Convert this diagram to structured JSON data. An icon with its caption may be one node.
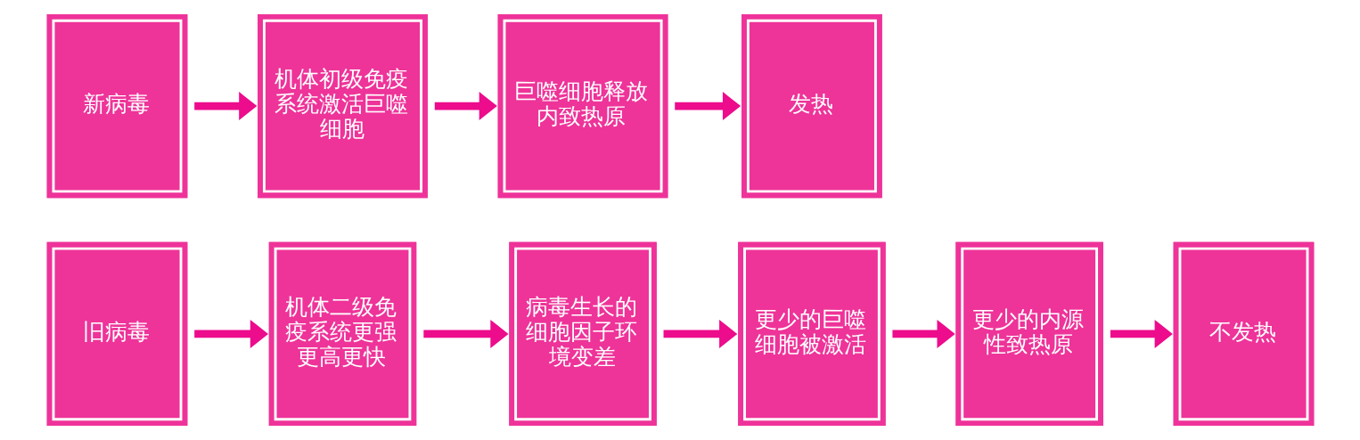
{
  "diagram": {
    "nodes": [
      {
        "text": [
          "新病毒"
        ]
      },
      {
        "text": [
          "机体初级免疫系统激活巨噬细胞"
        ]
      },
      {
        "text": [
          "巨噬细胞释放内致热原"
        ]
      },
      {
        "text": [
          "发热"
        ]
      },
      {
        "text": [
          "旧病毒"
        ]
      },
      {
        "text": [
          "机体二级免疫系统更强更高更快"
        ]
      },
      {
        "text": [
          "病毒生长的细胞因子环境变差"
        ]
      },
      {
        "text": [
          "更少的巨噬细胞被激活"
        ]
      },
      {
        "text": [
          "更少的内源性致热原"
        ]
      },
      {
        "text": [
          "不发热"
        ]
      }
    ],
    "edges": [
      {
        "from": 0,
        "to": 1,
        "arrow": "to"
      },
      {
        "from": 1,
        "to": 2,
        "arrow": "to"
      },
      {
        "from": 2,
        "to": 3,
        "arrow": "to"
      },
      {
        "from": 4,
        "to": 5,
        "arrow": "to"
      },
      {
        "from": 5,
        "to": 6,
        "arrow": "to"
      },
      {
        "from": 6,
        "to": 7,
        "arrow": "to"
      },
      {
        "from": 7,
        "to": 8,
        "arrow": "to"
      },
      {
        "from": 8,
        "to": 9,
        "arrow": "to"
      }
    ]
  }
}
